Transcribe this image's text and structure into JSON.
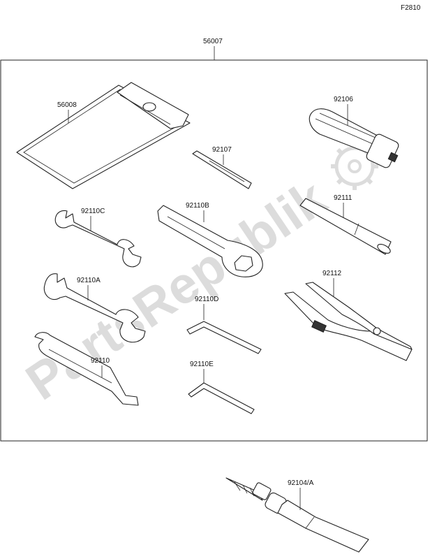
{
  "figure_code": "F2810",
  "watermark": "PartsRepublik",
  "labels": {
    "p56007": "56007",
    "p56008": "56008",
    "p92106": "92106",
    "p92107": "92107",
    "p92110C": "92110C",
    "p92110B": "92110B",
    "p92111": "92111",
    "p92110A": "92110A",
    "p92112": "92112",
    "p92110D": "92110D",
    "p92110": "92110",
    "p92110E": "92110E",
    "p92104A": "92104/A"
  }
}
